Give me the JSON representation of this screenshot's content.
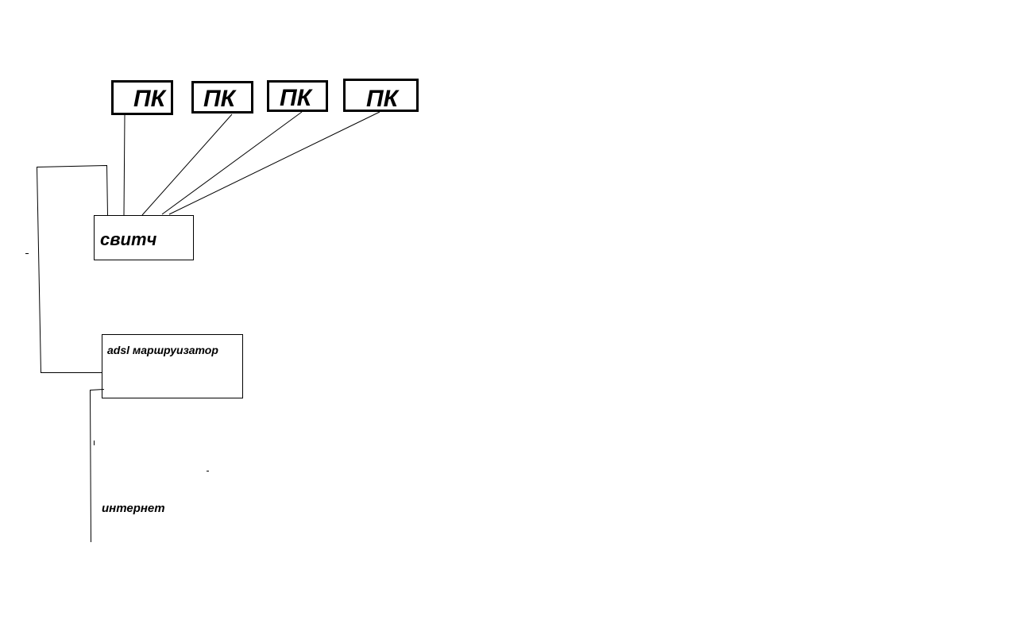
{
  "diagram": {
    "pcs": [
      {
        "label": "ПК"
      },
      {
        "label": "ПК"
      },
      {
        "label": "ПК"
      },
      {
        "label": "ПК"
      }
    ],
    "switch": {
      "label": "свитч"
    },
    "router": {
      "label": "adsl маршруизатор"
    },
    "internet": {
      "label": "интернет"
    }
  }
}
